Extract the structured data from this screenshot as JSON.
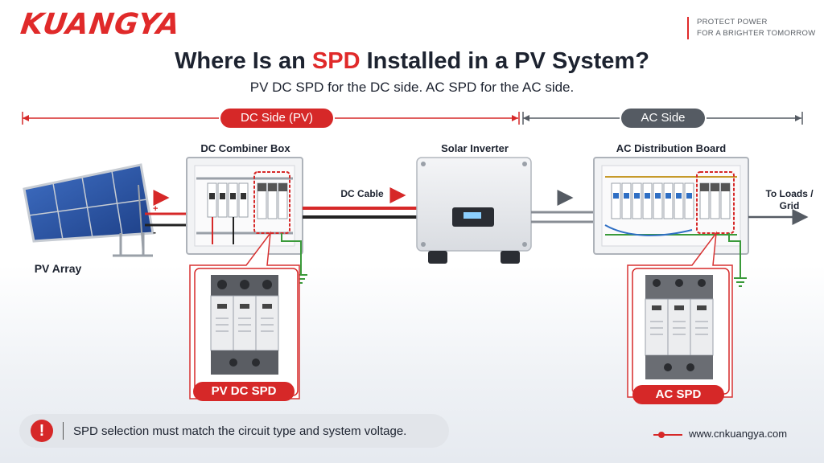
{
  "brand": {
    "logo": "KUANGYA",
    "tagline_line1": "PROTECT POWER",
    "tagline_line2": "FOR A BRIGHTER TOMORROW"
  },
  "title": {
    "prefix": "Where Is an ",
    "highlight": "SPD",
    "suffix": " Installed in a PV System?",
    "subtitle": "PV DC SPD for the DC side. AC SPD for the AC side."
  },
  "sides": {
    "dc": "DC Side (PV)",
    "ac": "AC Side"
  },
  "components": {
    "pv_array": "PV Array",
    "dc_combiner": "DC Combiner Box",
    "dc_cable": "DC Cable",
    "inverter": "Solar Inverter",
    "ac_board": "AC Distribution Board",
    "to_loads": "To Loads /",
    "to_grid": "Grid"
  },
  "spd": {
    "dc_label": "PV DC SPD",
    "ac_label": "AC SPD"
  },
  "polarity": {
    "plus": "+",
    "minus": "-"
  },
  "note": {
    "icon": "!",
    "text": "SPD selection must match the circuit type and system voltage."
  },
  "footer": {
    "website": "www.cnkuangya.com"
  },
  "colors": {
    "accent": "#d62828",
    "dark": "#555b63",
    "ground": "#3a9a3a"
  }
}
